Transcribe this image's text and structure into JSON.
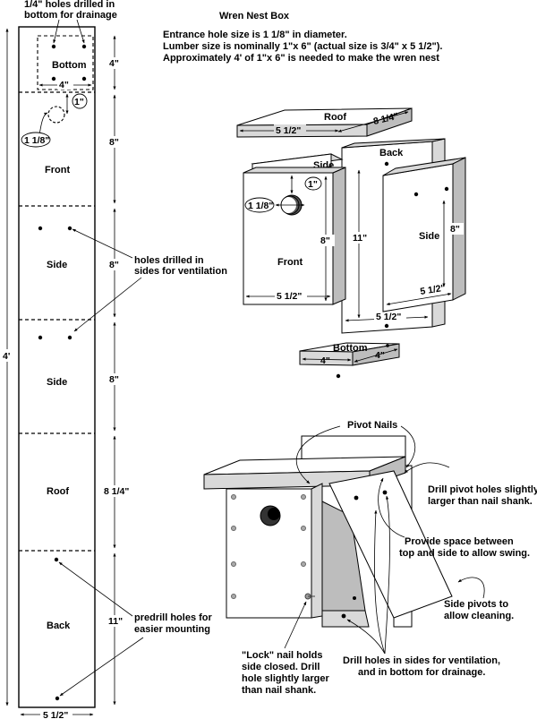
{
  "header": {
    "title": "Wren Nest Box",
    "info_lines": [
      "Entrance hole size is 1 1/8\" in diameter.",
      "Lumber size is nominally 1\"x 6\" (actual size is 3/4\" x 5 1/2\").",
      "Approximately 4' of 1\"x 6\" is needed to make the wren nest"
    ]
  },
  "board": {
    "drain_note": [
      "1/4\" holes drilled in",
      "bottom for drainage"
    ],
    "sections": {
      "bottom": "Bottom",
      "front": "Front",
      "side1": "Side",
      "side2": "Side",
      "roof": "Roof",
      "back": "Back"
    },
    "dims": {
      "bottom": "4\"",
      "bottom_width": "4\"",
      "front": "8\"",
      "side1": "8\"",
      "side2": "8\"",
      "roof": "8 1/4\"",
      "back": "11\"",
      "total": "4'",
      "width": "5 1/2\"",
      "hole_offset": "1\"",
      "hole_size": "1 1/8\""
    },
    "vent_note": [
      "holes drilled in",
      "sides for ventilation"
    ],
    "predrill_note": [
      "predrill holes for",
      "easier mounting"
    ]
  },
  "exploded": {
    "roof": {
      "label": "Roof",
      "width": "5 1/2\"",
      "length": "8 1/4\""
    },
    "back": {
      "label": "Back",
      "height": "11\"",
      "width": "5 1/2\""
    },
    "side_left": {
      "label": "Side"
    },
    "front": {
      "label": "Front",
      "hole_offset": "1\"",
      "hole_size": "1 1/8\"",
      "height": "8\"",
      "width": "5 1/2\""
    },
    "side_right": {
      "label": "Side",
      "height": "8\"",
      "width": "5 1/2\""
    },
    "bottom": {
      "label": "Bottom",
      "dim_a": "4\"",
      "dim_b": "4\""
    }
  },
  "assembled": {
    "pivot_nails": "Pivot Nails",
    "notes": {
      "drill_pivot": [
        "Drill pivot holes slightly",
        "larger than nail shank."
      ],
      "provide_space": [
        "Provide space between",
        "top and side to allow swing."
      ],
      "side_pivots": [
        "Side pivots to",
        "allow cleaning."
      ],
      "lock_nail": [
        "\"Lock\" nail holds",
        "side closed. Drill",
        "hole slightly larger",
        "than nail shank."
      ],
      "drill_holes": [
        "Drill holes in sides for ventilation,",
        "and in bottom for drainage."
      ]
    }
  }
}
